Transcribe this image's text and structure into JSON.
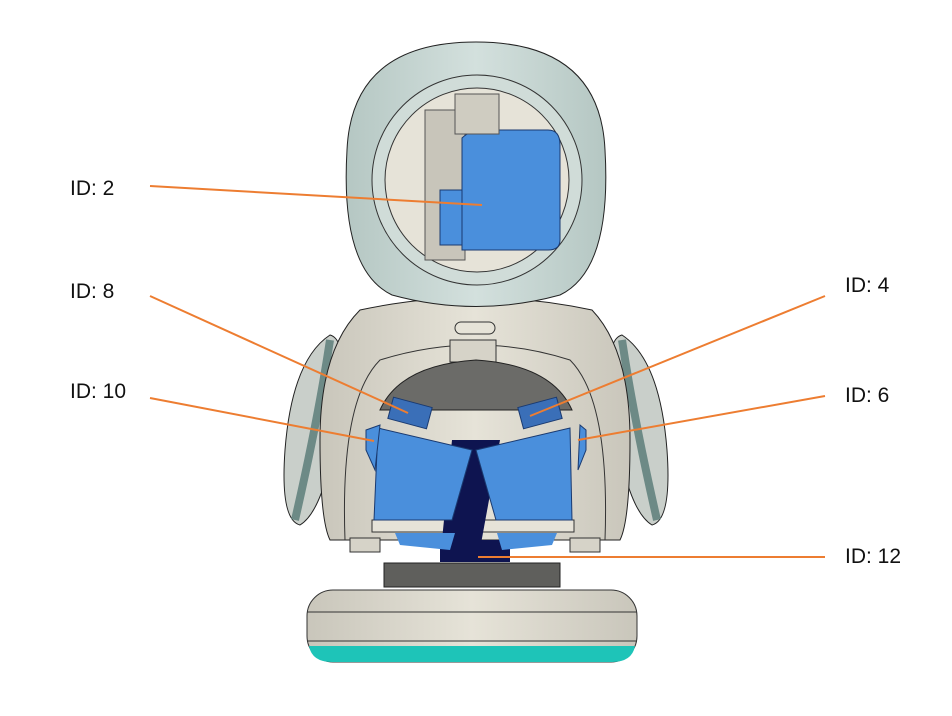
{
  "labels": [
    {
      "id": "id2",
      "text": "ID: 2"
    },
    {
      "id": "id8",
      "text": "ID: 8"
    },
    {
      "id": "id10",
      "text": "ID: 10"
    },
    {
      "id": "id4",
      "text": "ID: 4"
    },
    {
      "id": "id6",
      "text": "ID: 6"
    },
    {
      "id": "id12",
      "text": "ID: 12"
    }
  ],
  "colors": {
    "leader_line": "#ED7D31",
    "servo_blue": "#4A8FDC",
    "dark_navy": "#0E1450",
    "shell": "#DCD9CE",
    "head_teal": "#C6D6D2",
    "base_accent": "#1EC4B8"
  }
}
